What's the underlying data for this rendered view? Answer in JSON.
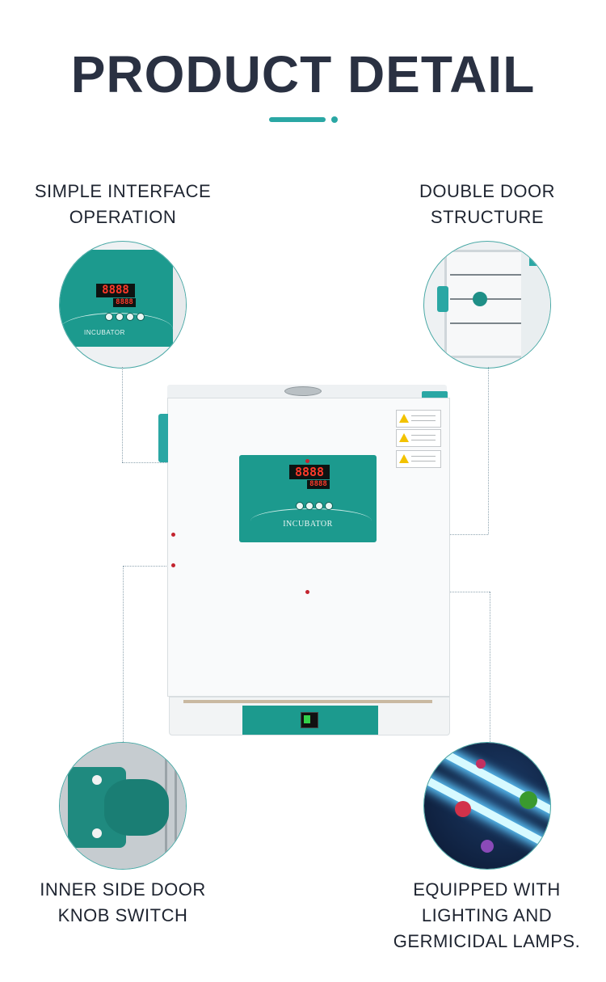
{
  "header": {
    "title": "PRODUCT DETAIL"
  },
  "features": {
    "top_left": {
      "line1": "SIMPLE INTERFACE",
      "line2": "OPERATION",
      "icon": "control-panel-icon"
    },
    "top_right": {
      "line1": "DOUBLE DOOR",
      "line2": "STRUCTURE",
      "icon": "door-icon"
    },
    "bottom_left": {
      "line1": "INNER SIDE DOOR",
      "line2": "KNOB SWITCH",
      "icon": "knob-icon"
    },
    "bottom_right": {
      "line1": "EQUIPPED WITH",
      "line2": "LIGHTING AND",
      "line3": "GERMICIDAL LAMPS.",
      "icon": "uv-lamp-icon"
    }
  },
  "product": {
    "panel_label": "INCUBATOR",
    "display_main": "8888",
    "display_sub": "8888"
  },
  "colors": {
    "accent": "#2aa7a4",
    "title": "#2a3142",
    "marker": "#c3242f"
  }
}
